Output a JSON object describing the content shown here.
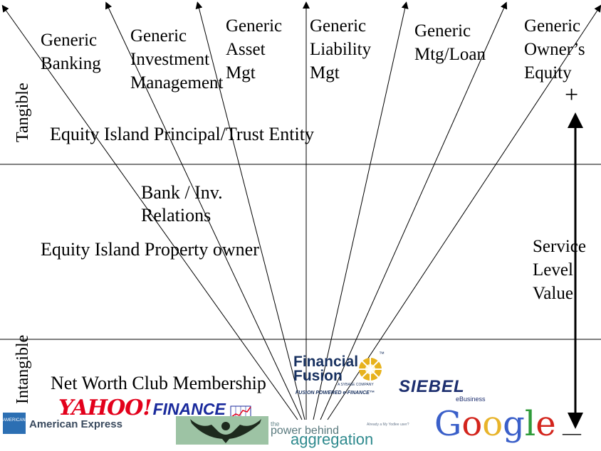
{
  "columns": [
    {
      "lines": [
        "Generic",
        "Banking"
      ]
    },
    {
      "lines": [
        "Generic",
        "Investment",
        "Management"
      ]
    },
    {
      "lines": [
        "Generic",
        "Asset",
        "Mgt"
      ]
    },
    {
      "lines": [
        "Generic",
        "Liability",
        "Mgt"
      ]
    },
    {
      "lines": [
        "Generic",
        "Mtg/Loan"
      ]
    },
    {
      "lines": [
        "Generic",
        "Owner’s",
        "Equity"
      ]
    }
  ],
  "axis": {
    "tangible": "Tangible",
    "intangible": "Intangible",
    "plus": "+",
    "minus": "—",
    "service_lines": [
      "Service",
      "Level",
      "Value"
    ]
  },
  "labels": {
    "principal": "Equity Island Principal/Trust Entity",
    "bank_rel_1": "Bank / Inv.",
    "bank_rel_2": "Relations",
    "property_owner": "Equity Island Property owner",
    "net_worth": "Net Worth Club Membership"
  },
  "logos": {
    "amex": "American Express",
    "amex_card": "AMERICAN EXPRESS",
    "yahoo": "YAHOO!",
    "yahoo_finance": "FINANCE",
    "ff_title": "Financial Fusion",
    "ff_tm": "™",
    "ff_company": "A SYBASE COMPANY",
    "ff_tagline": "FUSION POWERED e-FINANCE™",
    "siebel": "SIEBEL",
    "siebel_sub": "eBusiness",
    "google": "Google",
    "power_1": "the",
    "power_2": "power behind",
    "power_3": "aggregation",
    "yodlee_user": "Already a My Yodlee user?"
  },
  "colors": {
    "yahoo_red": "#e3001b",
    "finance_blue": "#1a2a9c",
    "ff_navy": "#17305f",
    "ff_gold": "#e7b21c",
    "siebel_navy": "#1d2f6f",
    "amex_blue": "#2c6fb3",
    "amex_text": "#3a4a5e",
    "google_blue": "#3a5fc9",
    "google_red": "#d3241c",
    "google_yellow": "#e8b42a",
    "google_green": "#2f9b3a",
    "aggregation_teal": "#2f8a8e"
  }
}
